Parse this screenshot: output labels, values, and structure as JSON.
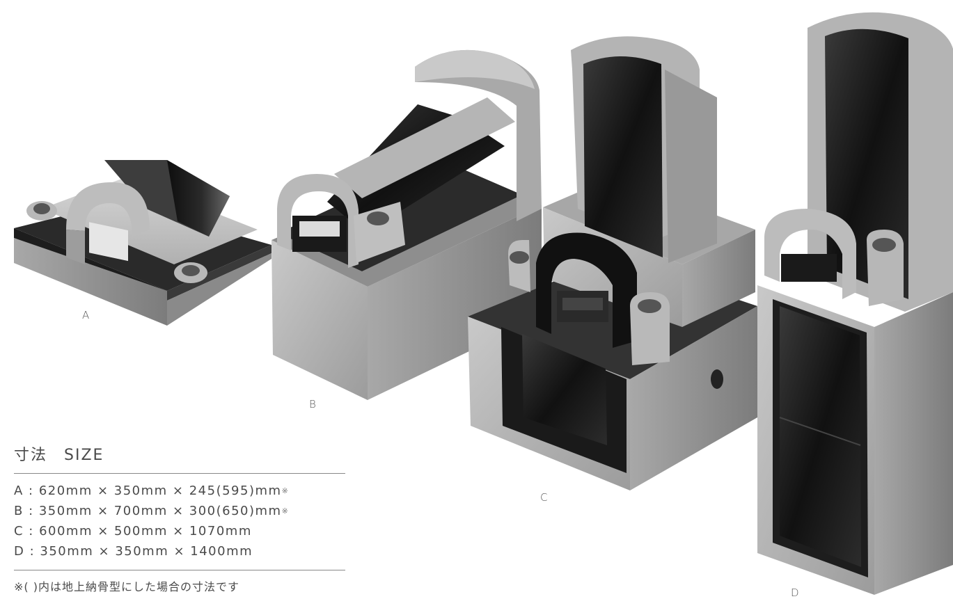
{
  "labels": {
    "a": "A",
    "b": "B",
    "c": "C",
    "d": "D"
  },
  "size": {
    "title": "寸法　SIZE",
    "rows": [
      {
        "text": "A : 620mm × 350mm × 245(595)mm",
        "mark": "※"
      },
      {
        "text": "B : 350mm × 700mm × 300(650)mm",
        "mark": "※"
      },
      {
        "text": "C : 600mm × 500mm × 1070mm",
        "mark": ""
      },
      {
        "text": "D : 350mm × 350mm × 1400mm",
        "mark": ""
      }
    ],
    "note": "※( )内は地上納骨型にした場合の寸法です"
  },
  "colors": {
    "granite_light": "#b3b3b3",
    "granite_mid": "#9a9a9a",
    "granite_dark": "#6f6f6f",
    "black_stone": "#1c1c1c",
    "text": "#4a4a4a"
  }
}
